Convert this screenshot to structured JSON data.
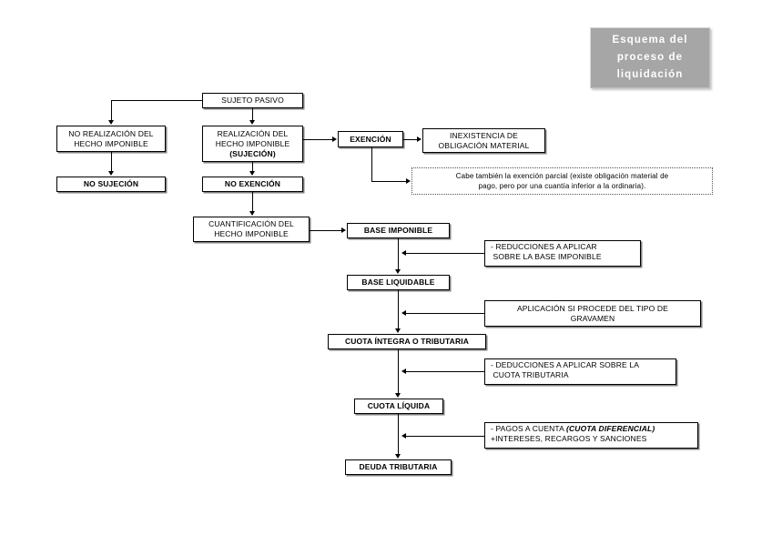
{
  "diagram": {
    "title_plaque": {
      "lines": [
        "Esquema del",
        "proceso de",
        "liquidación"
      ],
      "bg_color": "#a6a6a6",
      "text_color": "#ffffff"
    },
    "nodes": {
      "sujeto_pasivo": "SUJETO PASIVO",
      "no_realizacion_l1": "NO REALIZACIÓN DEL",
      "no_realizacion_l2": "HECHO IMPONIBLE",
      "realizacion_l1": "REALIZACIÓN DEL",
      "realizacion_l2": "HECHO IMPONIBLE",
      "realizacion_l3": "(SUJECIÓN)",
      "no_sujecion": "NO SUJECIÓN",
      "no_exencion": "NO EXENCIÓN",
      "exencion": "EXENCIÓN",
      "inexistencia_l1": "INEXISTENCIA DE",
      "inexistencia_l2": "OBLIGACIÓN MATERIAL",
      "nota_exencion_l1": "Cabe también la exención parcial (existe obligación material de",
      "nota_exencion_l2": "pago, pero por una cuantía inferior a la ordinaria).",
      "cuantificacion_l1": "CUANTIFICACIÓN DEL",
      "cuantificacion_l2": "HECHO IMPONIBLE",
      "base_imponible": "BASE IMPONIBLE",
      "reducciones_l1": "- REDUCCIONES A APLICAR",
      "reducciones_l2": "SOBRE LA BASE IMPONIBLE",
      "base_liquidable": "BASE LIQUIDABLE",
      "aplicacion_tipo_l1": "APLICACIÓN SI PROCEDE DEL TIPO DE",
      "aplicacion_tipo_l2": "GRAVAMEN",
      "cuota_integra": "CUOTA ÍNTEGRA O TRIBUTARIA",
      "deducciones_l1": "- DEDUCCIONES A APLICAR SOBRE LA",
      "deducciones_l2": "CUOTA TRIBUTARIA",
      "cuota_liquida": "CUOTA LÍQUIDA",
      "pagos_l1_a": "- PAGOS A CUENTA ",
      "pagos_l1_b": "(CUOTA DIFERENCIAL)",
      "pagos_l2": "+INTERESES, RECARGOS Y SANCIONES",
      "deuda_tributaria": "DEUDA TRIBUTARIA"
    },
    "colors": {
      "line": "#000000",
      "box_border": "#000000",
      "box_shadow": "#808080",
      "note_border": "#555555",
      "background": "#ffffff"
    }
  }
}
